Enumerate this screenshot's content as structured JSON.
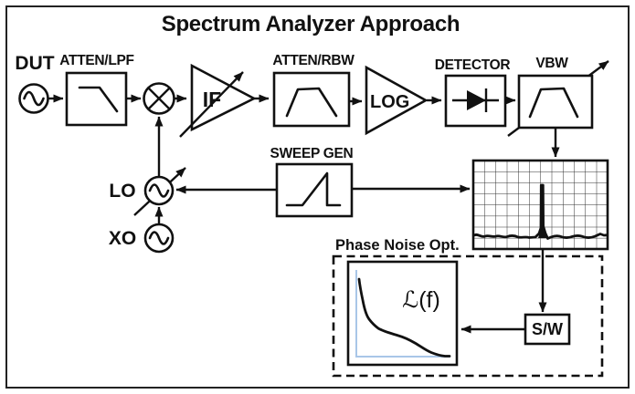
{
  "title": "Spectrum Analyzer Approach",
  "signal_chain": {
    "dut_label": "DUT",
    "atten_lpf_label": "ATTEN/LPF",
    "if_label": "IF",
    "atten_rbw_label": "ATTEN/RBW",
    "log_label": "LOG",
    "detector_label": "DETECTOR",
    "vbw_label": "VBW"
  },
  "lo_section": {
    "lo_label": "LO",
    "xo_label": "XO",
    "sweep_gen_label": "SWEEP GEN"
  },
  "phase_noise": {
    "title": "Phase Noise Opt.",
    "plot_label": "ℒ(f)",
    "sw_label": "S/W"
  },
  "colors": {
    "ink": "#111111",
    "plot_axes_blue": "#a9c6e8",
    "background": "#ffffff"
  }
}
